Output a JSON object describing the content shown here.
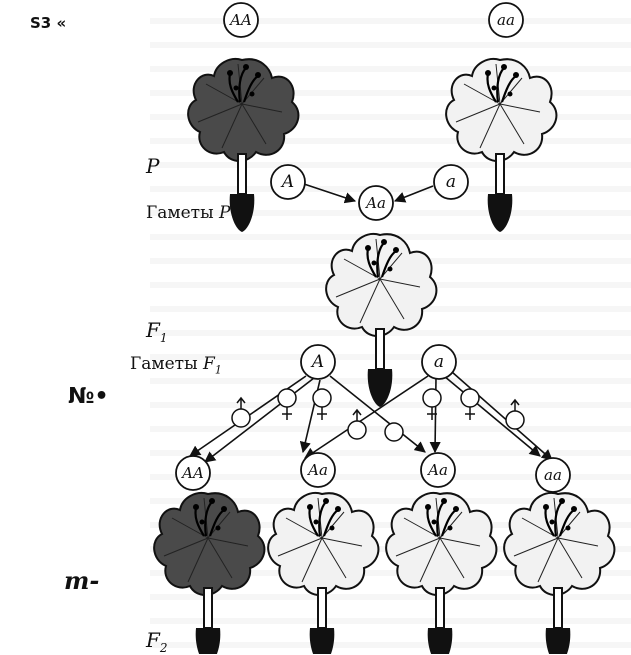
{
  "margin_notes": [
    "S3 «",
    "№•",
    "m-"
  ],
  "labels": {
    "parents": "P",
    "gametes_p_word": "Гаметы",
    "gametes_p_sym": "P",
    "f1": "F",
    "f1_sub": "1",
    "gametes_f1_word": "Гаметы",
    "gametes_f1_sym": "F",
    "gametes_f1_sub": "1",
    "f2": "F",
    "f2_sub": "2"
  },
  "genotypes": {
    "parent_left": "AA",
    "parent_right": "aa",
    "gamete_p_left": "A",
    "gamete_p_right": "a",
    "f1": "Aa",
    "gamete_f1_left": "A",
    "gamete_f1_right": "a",
    "f2": [
      "AA",
      "Aa",
      "Aa",
      "aa"
    ]
  },
  "flower_colors": {
    "dominant": "#4a4a4a",
    "recessive": "#f2f2f2"
  }
}
